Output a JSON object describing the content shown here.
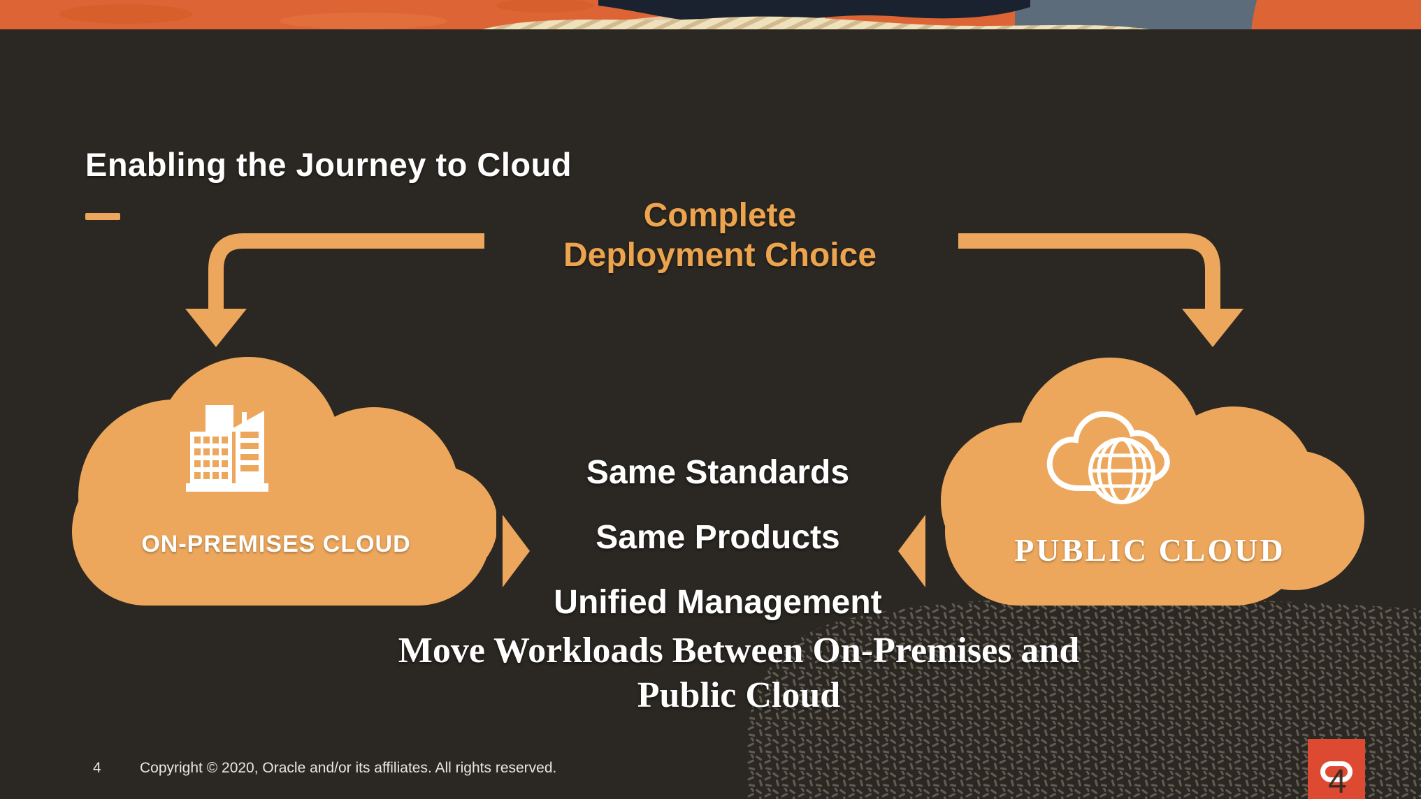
{
  "slide": {
    "title": "Enabling the Journey to Cloud",
    "heading": {
      "line1": "Complete",
      "line2": "Deployment Choice"
    },
    "left_cloud": {
      "label": "ON-PREMISES CLOUD",
      "icon": "building-icon"
    },
    "right_cloud": {
      "label": "PUBLIC CLOUD",
      "icon": "cloud-globe-icon"
    },
    "center": {
      "lines": [
        "Same Standards",
        "Same Products",
        "Unified Management"
      ]
    },
    "message": {
      "line1": "Move Workloads Between On-Premises and",
      "line2": "Public Cloud"
    },
    "footer": {
      "page_number": "4",
      "copyright": "Copyright © 2020, Oracle and/or its affiliates. All rights reserved."
    },
    "overlay": {
      "page_number": "4"
    },
    "brand": {
      "logo": "oracle-o-icon"
    },
    "colors": {
      "background": "#2B2722",
      "accent_orange": "#ECA75C",
      "heading_orange": "#EDA44E",
      "banner_orange": "#DD6434",
      "banner_navy": "#19222E",
      "banner_cream": "#EEE1BC",
      "banner_slate": "#5D6C7A",
      "oracle_red": "#DE4A31",
      "texture_gray": "#615B50",
      "text_white": "#FFFFFF"
    }
  }
}
